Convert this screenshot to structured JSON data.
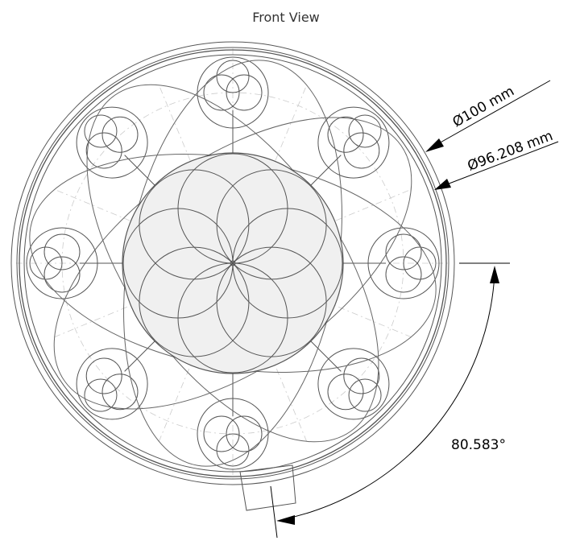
{
  "view": {
    "title": "Front View"
  },
  "dimensions": {
    "outer_diameter": "Ø100 mm",
    "inner_diameter": "Ø96.208 mm",
    "angle": "80.583°"
  },
  "pattern": {
    "lobe_count": 8,
    "petal_count": 8
  },
  "colors": {
    "line": "#555555",
    "construction": "#cccccc",
    "hub_fill": "#f0f0f0",
    "dimension": "#000000"
  }
}
